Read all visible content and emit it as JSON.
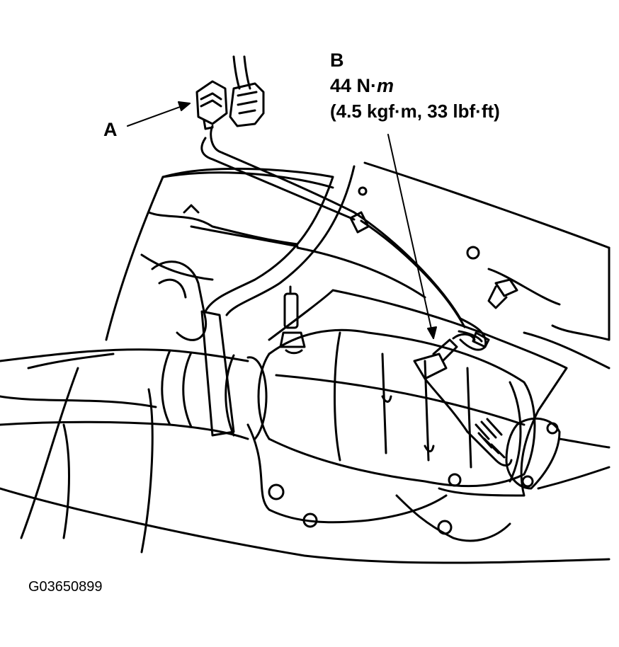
{
  "callouts": {
    "a": "A",
    "b": "B",
    "torque_nm_value": "44 N·",
    "torque_nm_unit": "m",
    "torque_alt": "(4.5 kgf·m, 33 lbf·ft)"
  },
  "figure_id": "G03650899",
  "colors": {
    "ink": "#000000",
    "paper": "#ffffff"
  }
}
